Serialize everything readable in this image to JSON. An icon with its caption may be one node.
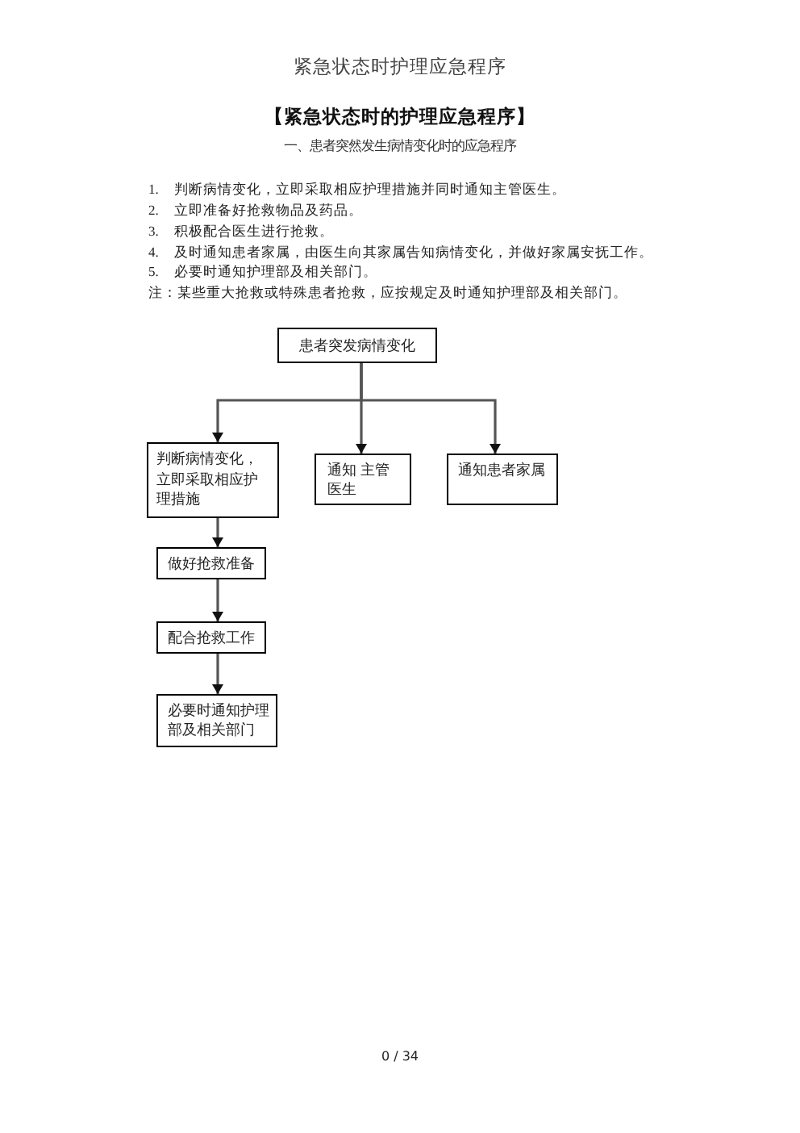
{
  "diagram": {
    "title": "【紧急状态时的护理应急程序】",
    "nodes": [
      {
        "text": [
          "患者突发病情变化"
        ]
      },
      {
        "text": [
          "判断病情变化，立即采取相应护理措施"
        ]
      },
      {
        "text": [
          "通知 主管医生"
        ]
      },
      {
        "text": [
          "通知患者家属"
        ]
      },
      {
        "text": [
          "做好抢救准备"
        ]
      },
      {
        "text": [
          "配合抢救工作"
        ]
      },
      {
        "text": [
          "必要时通知护理部及相关部门"
        ]
      }
    ],
    "edges": [
      {
        "from": 0,
        "to": 1,
        "arrow": "to"
      },
      {
        "from": 0,
        "to": 2,
        "arrow": "to"
      },
      {
        "from": 0,
        "to": 3,
        "arrow": "to"
      },
      {
        "from": 1,
        "to": 4,
        "arrow": "to"
      },
      {
        "from": 4,
        "to": 5,
        "arrow": "to"
      },
      {
        "from": 5,
        "to": 6,
        "arrow": "to"
      }
    ],
    "labels": [
      "紧急状态时护理应急程序",
      "一、患者突然发生病情变化时的应急程序",
      "1.",
      "判断病情变化，立即采取相应护理措施并同时通知主管医生。",
      "2.",
      "立即准备好抢救物品及药品。",
      "3.",
      "积极配合医生进行抢救。",
      "4.",
      "及时通知患者家属，由医生向其家属告知病情变化，并做好家属安抚工作。",
      "5.",
      "必要时通知护理部及相关部门。",
      "注：某些重大抢救或特殊患者抢救，应按规定及时通知护理部及相关部门。",
      "0 / 34"
    ]
  }
}
